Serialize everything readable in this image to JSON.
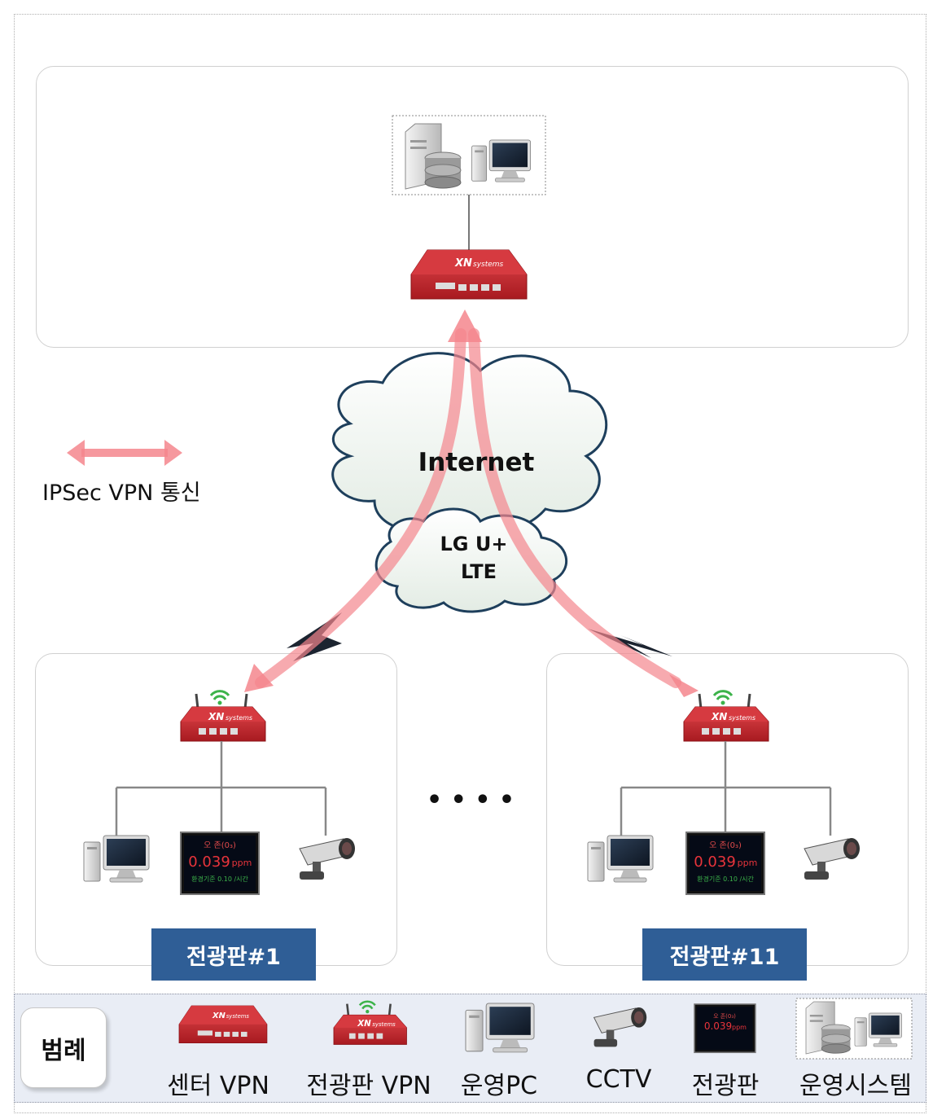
{
  "diagram": {
    "cloud_internet": "Internet",
    "cloud_lte_line1": "LG U+",
    "cloud_lte_line2": "LTE",
    "vpn_arrow_note": "IPSec VPN 통신",
    "ellipsis": "• • • •",
    "sites": [
      {
        "label": "전광판#1"
      },
      {
        "label": "전광판#11"
      }
    ],
    "device_brand": "XN",
    "device_brand_sub": "systems",
    "display_board": {
      "header": "오 존(0₃)",
      "value": "0.039",
      "unit": "ppm",
      "footer": "환경기준 0.10 /시간"
    }
  },
  "legend": {
    "title": "범례",
    "items": [
      {
        "label": "센터 VPN",
        "icon": "center-vpn-router"
      },
      {
        "label": "전광판 VPN",
        "icon": "wireless-vpn-router"
      },
      {
        "label": "운영PC",
        "icon": "pc"
      },
      {
        "label": "CCTV",
        "icon": "cctv-camera"
      },
      {
        "label": "전광판",
        "icon": "display-board"
      },
      {
        "label": "운영시스템",
        "icon": "server-system"
      }
    ]
  },
  "colors": {
    "vpn_arrow": "#f7a8ad",
    "router_red": "#c9262c",
    "site_label_bg": "#2f5e96",
    "legend_bg": "#e9edf5"
  }
}
